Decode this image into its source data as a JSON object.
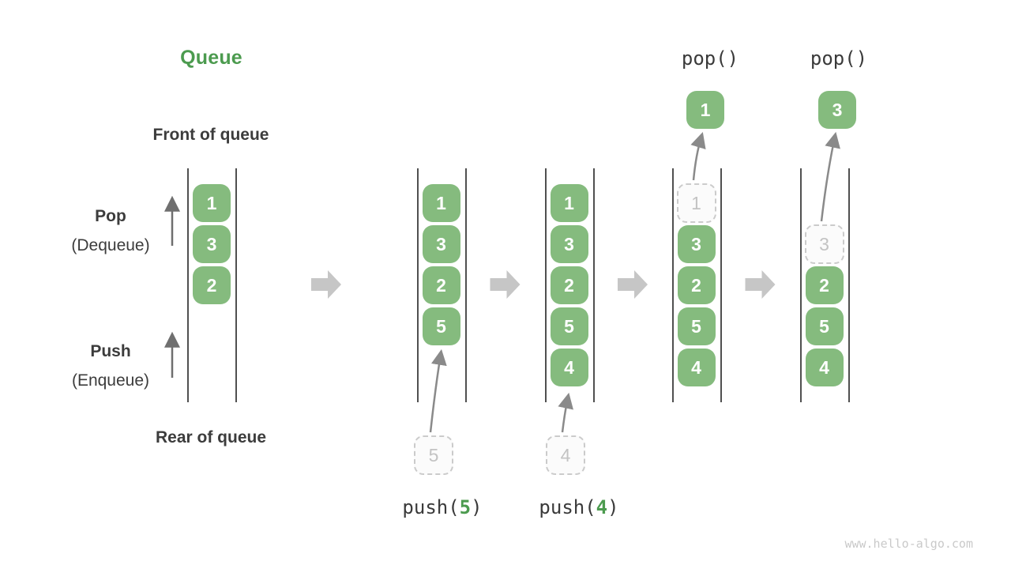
{
  "title": "Queue",
  "side_labels": {
    "front": "Front of queue",
    "rear": "Rear of queue",
    "pop": "Pop",
    "pop_sub": "(Dequeue)",
    "push": "Push",
    "push_sub": "(Enqueue)"
  },
  "watermark": "www.hello-algo.com",
  "colors": {
    "box_green": "#85bb7e",
    "accent_green": "#4c9b4f",
    "text_dark": "#3c3c3c",
    "thin_arrow_gray": "#6f6f6f",
    "connector_gray": "#8a8a8a",
    "block_arrow_gray": "#c6c6c6",
    "dashed_border": "#cbcbcb",
    "dashed_text": "#c3c3c3",
    "wall_gray": "#505050",
    "watermark_gray": "#c9c9c9"
  },
  "states": [
    {
      "name": "initial",
      "cells": [
        {
          "row": 0,
          "value": "1",
          "type": "solid"
        },
        {
          "row": 1,
          "value": "3",
          "type": "solid"
        },
        {
          "row": 2,
          "value": "2",
          "type": "solid"
        }
      ]
    },
    {
      "name": "after-push-5",
      "cells": [
        {
          "row": 0,
          "value": "1",
          "type": "solid"
        },
        {
          "row": 1,
          "value": "3",
          "type": "solid"
        },
        {
          "row": 2,
          "value": "2",
          "type": "solid"
        },
        {
          "row": 3,
          "value": "5",
          "type": "solid"
        }
      ],
      "incoming": "5",
      "op": {
        "kind": "push",
        "pre": "push(",
        "arg": "5",
        "post": ")"
      }
    },
    {
      "name": "after-push-4",
      "cells": [
        {
          "row": 0,
          "value": "1",
          "type": "solid"
        },
        {
          "row": 1,
          "value": "3",
          "type": "solid"
        },
        {
          "row": 2,
          "value": "2",
          "type": "solid"
        },
        {
          "row": 3,
          "value": "5",
          "type": "solid"
        },
        {
          "row": 4,
          "value": "4",
          "type": "solid"
        }
      ],
      "incoming": "4",
      "op": {
        "kind": "push",
        "pre": "push(",
        "arg": "4",
        "post": ")"
      }
    },
    {
      "name": "after-pop-1",
      "cells": [
        {
          "row": 0,
          "value": "1",
          "type": "dashed"
        },
        {
          "row": 1,
          "value": "3",
          "type": "solid"
        },
        {
          "row": 2,
          "value": "2",
          "type": "solid"
        },
        {
          "row": 3,
          "value": "5",
          "type": "solid"
        },
        {
          "row": 4,
          "value": "4",
          "type": "solid"
        }
      ],
      "popped": "1",
      "op": {
        "kind": "pop",
        "pre": "pop()",
        "arg": "",
        "post": ""
      }
    },
    {
      "name": "after-pop-3",
      "cells": [
        {
          "row": 1,
          "value": "3",
          "type": "dashed"
        },
        {
          "row": 2,
          "value": "2",
          "type": "solid"
        },
        {
          "row": 3,
          "value": "5",
          "type": "solid"
        },
        {
          "row": 4,
          "value": "4",
          "type": "solid"
        }
      ],
      "popped": "3",
      "op": {
        "kind": "pop",
        "pre": "pop()",
        "arg": "",
        "post": ""
      }
    }
  ]
}
